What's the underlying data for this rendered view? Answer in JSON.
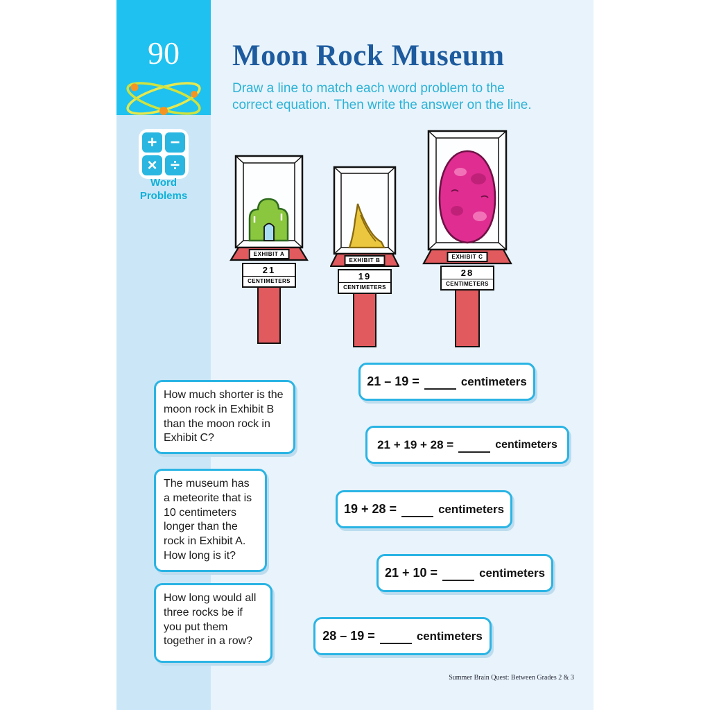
{
  "page": {
    "number": "90",
    "section_label": "Word Problems",
    "title": "Moon Rock Museum",
    "instructions": [
      "Draw a line to match each word problem to the",
      "correct equation. Then write the answer on the line."
    ],
    "footer": "Summer Brain Quest: Between Grades 2 & 3"
  },
  "icons": {
    "math_symbols": [
      "+",
      "−",
      "×",
      "÷"
    ]
  },
  "exhibits": [
    {
      "label": "EXHIBIT A",
      "size_number": "21",
      "size_unit": "CENTIMETERS",
      "rock_color": "#8bc63f"
    },
    {
      "label": "EXHIBIT B",
      "size_number": "19",
      "size_unit": "CENTIMETERS",
      "rock_color": "#eac73e"
    },
    {
      "label": "EXHIBIT C",
      "size_number": "28",
      "size_unit": "CENTIMETERS",
      "rock_color": "#e02d92"
    }
  ],
  "problems": [
    "How much shorter is the moon rock in Exhibit B than the moon rock in Exhibit C?",
    "The museum has a meteorite that is 10 centimeters longer than the rock in Exhibit A. How long is it?",
    "How long would all three rocks be if you put them together in a row?"
  ],
  "equations": [
    {
      "expression": "21 – 19 =",
      "unit": "centimeters"
    },
    {
      "expression": "21 + 19 + 28 =",
      "unit": "centimeters"
    },
    {
      "expression": "19 + 28 =",
      "unit": "centimeters"
    },
    {
      "expression": "21 + 10 =",
      "unit": "centimeters"
    },
    {
      "expression": "28 – 19 =",
      "unit": "centimeters"
    }
  ],
  "colors": {
    "accent_cyan": "#2ab4e4",
    "title_blue": "#1d5b9e",
    "instruction_teal": "#2cb2d6",
    "page_number_bg": "#1ec1ef",
    "pedestal_red": "#e05a5e"
  }
}
